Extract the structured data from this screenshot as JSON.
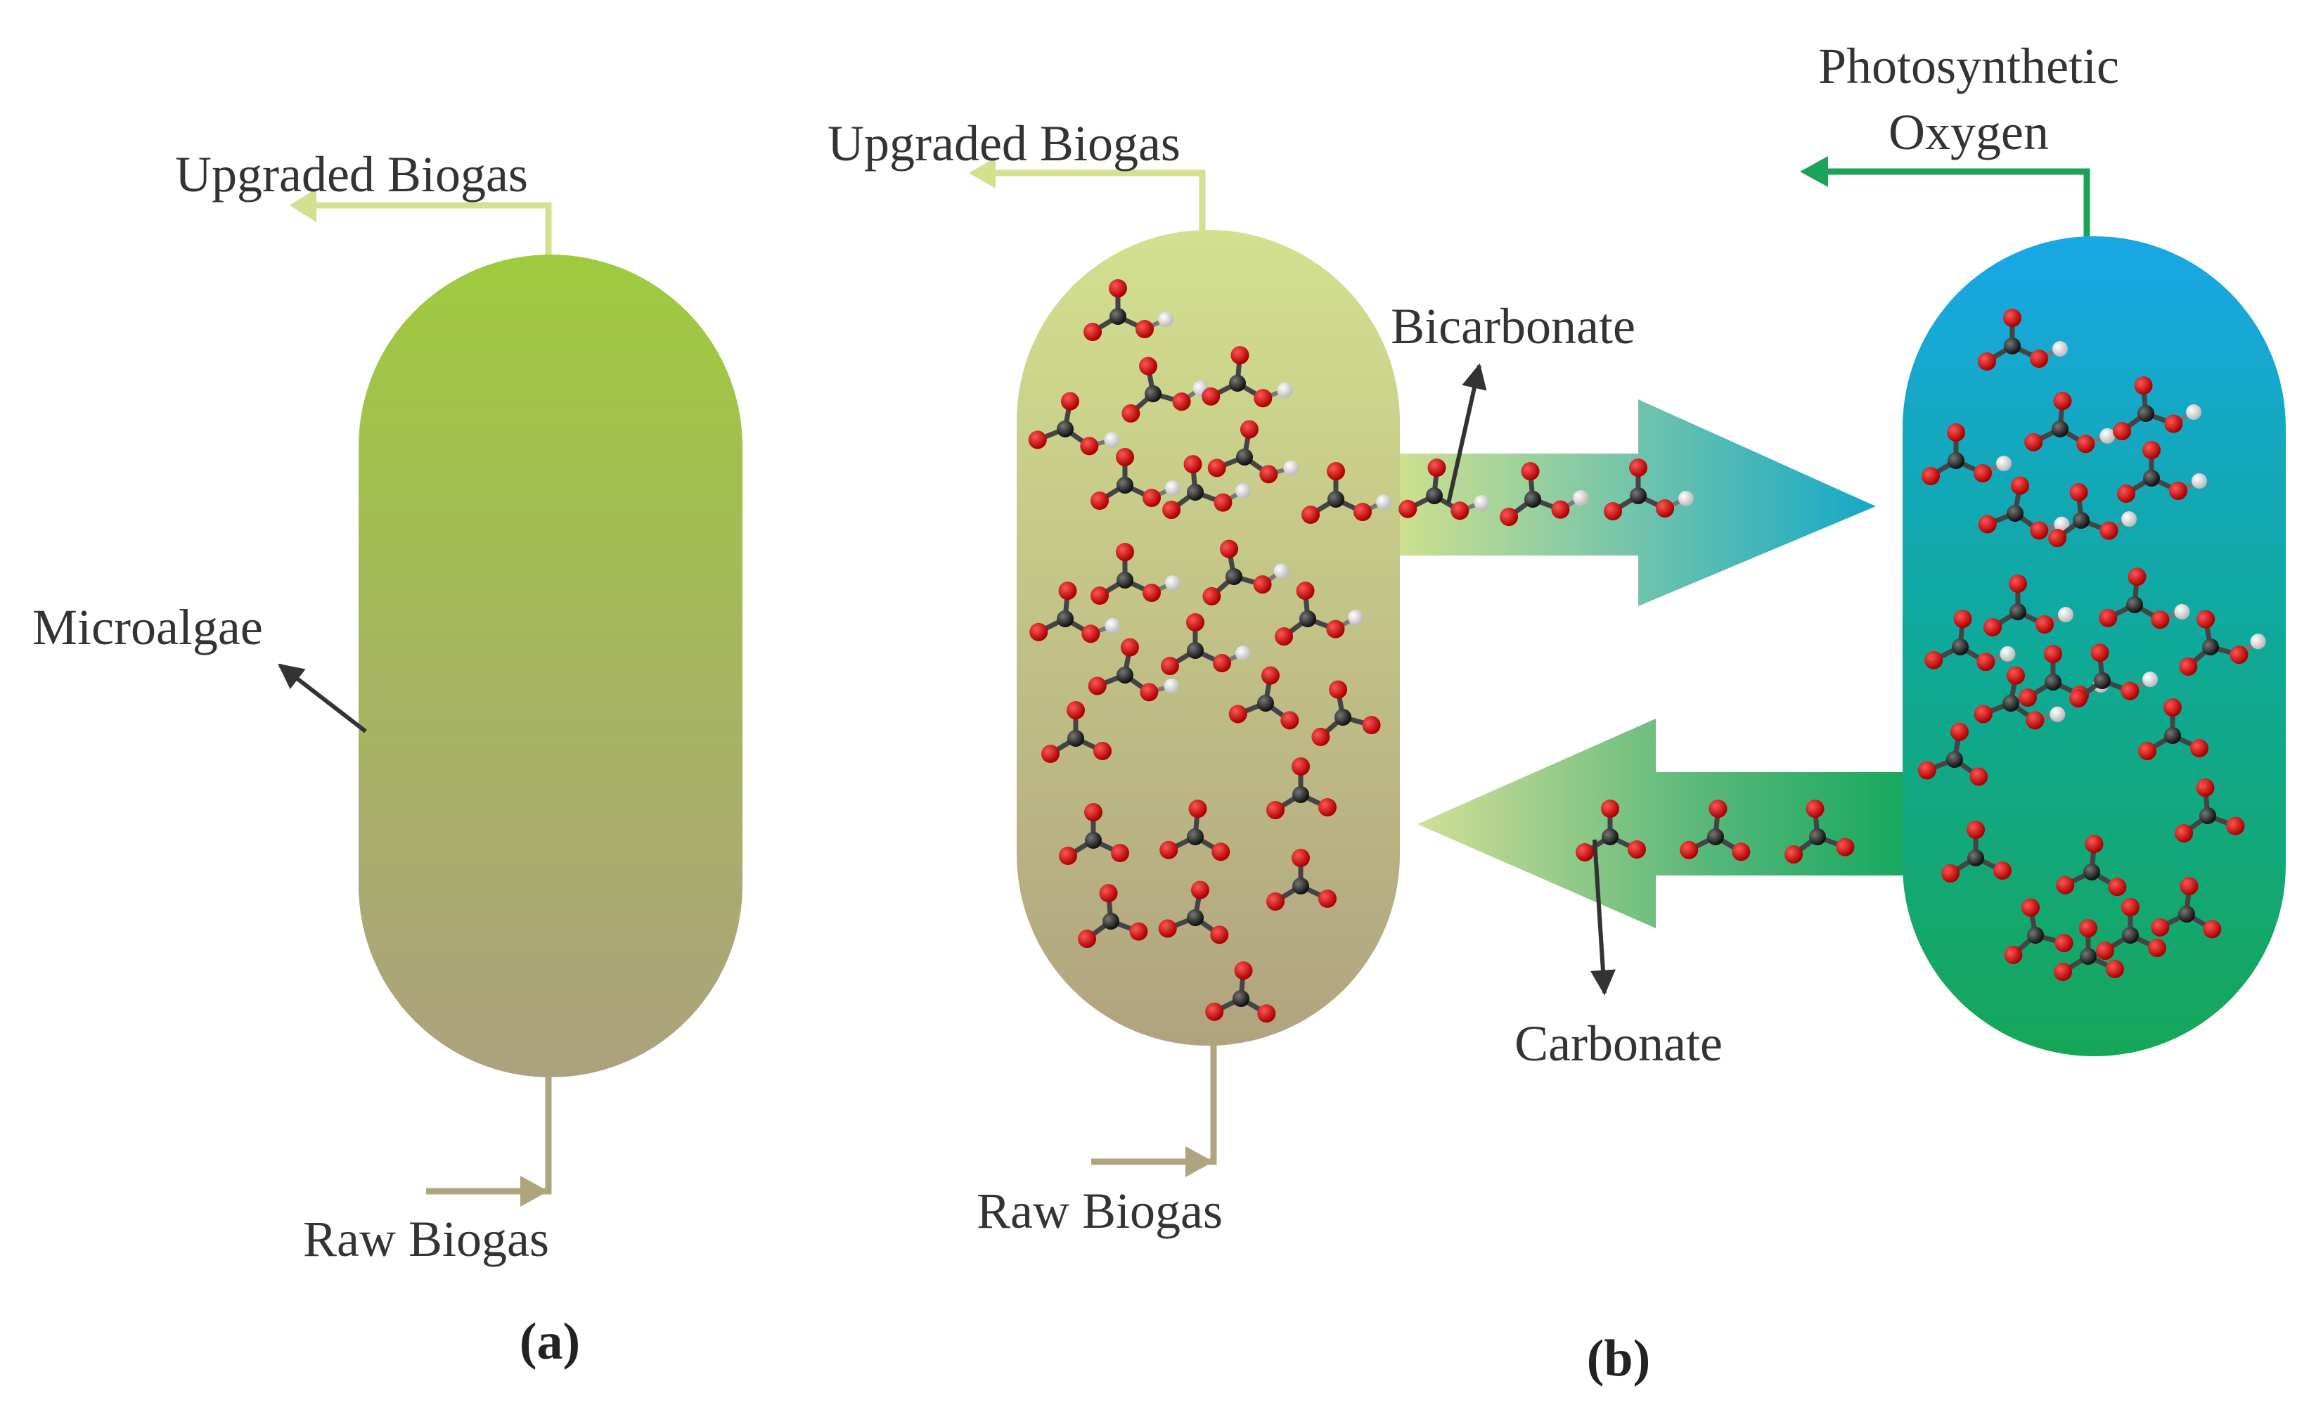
{
  "panel_a": {
    "caption": "(a)",
    "labels": {
      "upgraded_biogas": "Upgraded Biogas",
      "raw_biogas": "Raw Biogas",
      "microalgae": "Microalgae"
    }
  },
  "panel_b": {
    "caption": "(b)",
    "labels": {
      "upgraded_biogas": "Upgraded Biogas",
      "raw_biogas": "Raw Biogas",
      "bicarbonate": "Bicarbonate",
      "carbonate": "Carbonate",
      "photosynthetic_line1": "Photosynthetic",
      "photosynthetic_line2": "Oxygen"
    }
  },
  "colors": {
    "upgraded_line": "#d2e08f",
    "raw_line": "#aea47e",
    "oxygen_line": "#1aa35a",
    "label_arrow": "#333333",
    "algae_cell": "#2f9a3a",
    "algae_ring": "#d6ebb8",
    "atom_carbon": "#2b2b2b",
    "atom_oxygen": "#cc0000",
    "atom_hydrogen": "#e6e6e6"
  }
}
